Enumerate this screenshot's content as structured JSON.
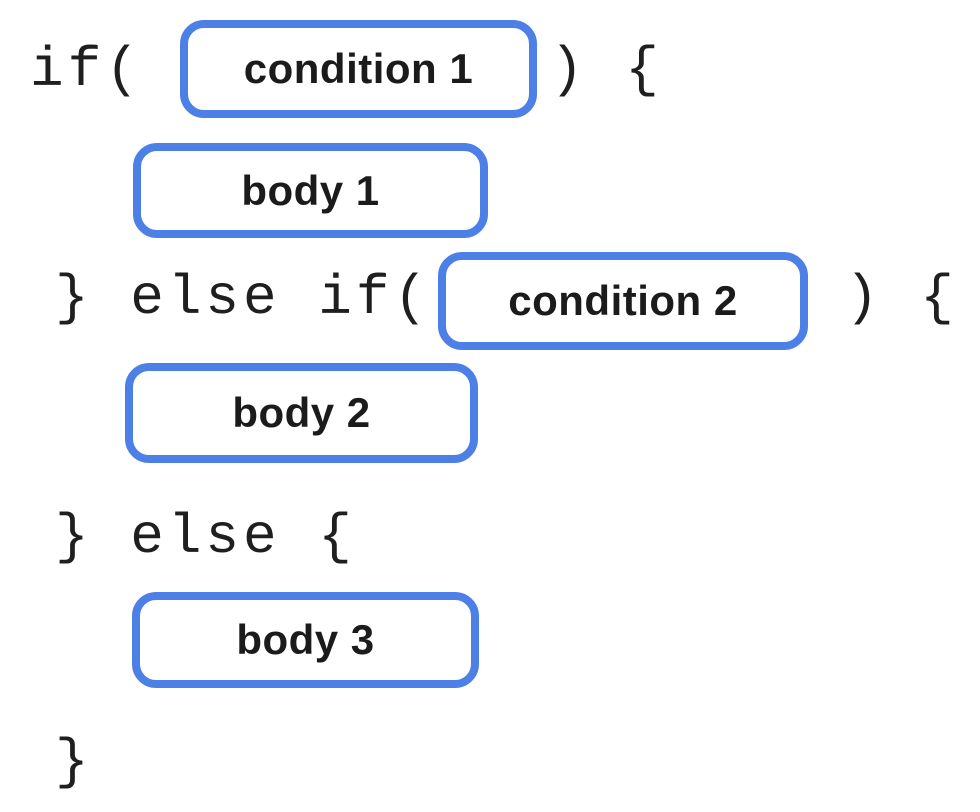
{
  "diagram": {
    "kind": "if-else-if-else code structure",
    "code": {
      "line1_prefix": "if(",
      "line1_suffix": ") {",
      "line3_prefix": "} else if(",
      "line3_suffix": ") {",
      "line5": "} else {",
      "line7": "}"
    },
    "slots": {
      "condition1": {
        "label": "condition 1"
      },
      "body1": {
        "label": "body 1"
      },
      "condition2": {
        "label": "condition 2"
      },
      "body2": {
        "label": "body 2"
      },
      "body3": {
        "label": "body 3"
      }
    }
  },
  "colors": {
    "slot_border": "#4d80e6",
    "code_text": "#1f1f1f",
    "label_text": "#1b1b1b",
    "background": "#ffffff"
  }
}
